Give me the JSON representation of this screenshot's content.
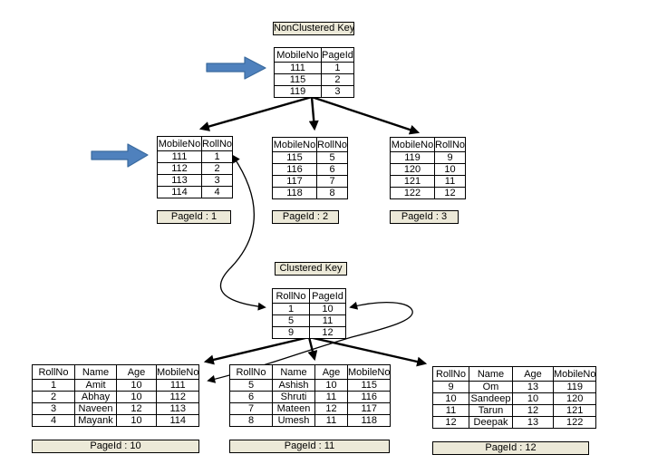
{
  "colors": {
    "background": "#ffffff",
    "label_background": "#ece9d8",
    "table_border": "#000000",
    "connector": "#000000",
    "blue_arrow_fill": "#4f81bd",
    "blue_arrow_stroke": "#3a6a9e"
  },
  "icons": {
    "blue_pointer": "right-block-arrow",
    "connector_head": "solid-triangle-arrowhead"
  },
  "nonclustered": {
    "label": "NonClustered Key",
    "root_table": {
      "headers": [
        "MobileNo",
        "PageId"
      ],
      "rows": [
        [
          "111",
          "1"
        ],
        [
          "115",
          "2"
        ],
        [
          "119",
          "3"
        ]
      ]
    },
    "leaf_tables": [
      {
        "headers": [
          "MobileNo",
          "RollNo"
        ],
        "rows": [
          [
            "111",
            "1"
          ],
          [
            "112",
            "2"
          ],
          [
            "113",
            "3"
          ],
          [
            "114",
            "4"
          ]
        ],
        "page_label": "PageId : 1"
      },
      {
        "headers": [
          "MobileNo",
          "RollNo"
        ],
        "rows": [
          [
            "115",
            "5"
          ],
          [
            "116",
            "6"
          ],
          [
            "117",
            "7"
          ],
          [
            "118",
            "8"
          ]
        ],
        "page_label": "PageId : 2"
      },
      {
        "headers": [
          "MobileNo",
          "RollNo"
        ],
        "rows": [
          [
            "119",
            "9"
          ],
          [
            "120",
            "10"
          ],
          [
            "121",
            "11"
          ],
          [
            "122",
            "12"
          ]
        ],
        "page_label": "PageId : 3"
      }
    ]
  },
  "clustered": {
    "label": "Clustered Key",
    "root_table": {
      "headers": [
        "RollNo",
        "PageId"
      ],
      "rows": [
        [
          "1",
          "10"
        ],
        [
          "5",
          "11"
        ],
        [
          "9",
          "12"
        ]
      ]
    },
    "leaf_tables": [
      {
        "headers": [
          "RollNo",
          "Name",
          "Age",
          "MobileNo"
        ],
        "rows": [
          [
            "1",
            "Amit",
            "10",
            "111"
          ],
          [
            "2",
            "Abhay",
            "10",
            "112"
          ],
          [
            "3",
            "Naveen",
            "12",
            "113"
          ],
          [
            "4",
            "Mayank",
            "10",
            "114"
          ]
        ],
        "page_label": "PageId : 10"
      },
      {
        "headers": [
          "RollNo",
          "Name",
          "Age",
          "MobileNo"
        ],
        "rows": [
          [
            "5",
            "Ashish",
            "10",
            "115"
          ],
          [
            "6",
            "Shruti",
            "11",
            "116"
          ],
          [
            "7",
            "Mateen",
            "12",
            "117"
          ],
          [
            "8",
            "Umesh",
            "11",
            "118"
          ]
        ],
        "page_label": "PageId : 11"
      },
      {
        "headers": [
          "RollNo",
          "Name",
          "Age",
          "MobileNo"
        ],
        "rows": [
          [
            "9",
            "Om",
            "13",
            "119"
          ],
          [
            "10",
            "Sandeep",
            "10",
            "120"
          ],
          [
            "11",
            "Tarun",
            "12",
            "121"
          ],
          [
            "12",
            "Deepak",
            "13",
            "122"
          ]
        ],
        "page_label": "PageId : 12"
      }
    ]
  }
}
